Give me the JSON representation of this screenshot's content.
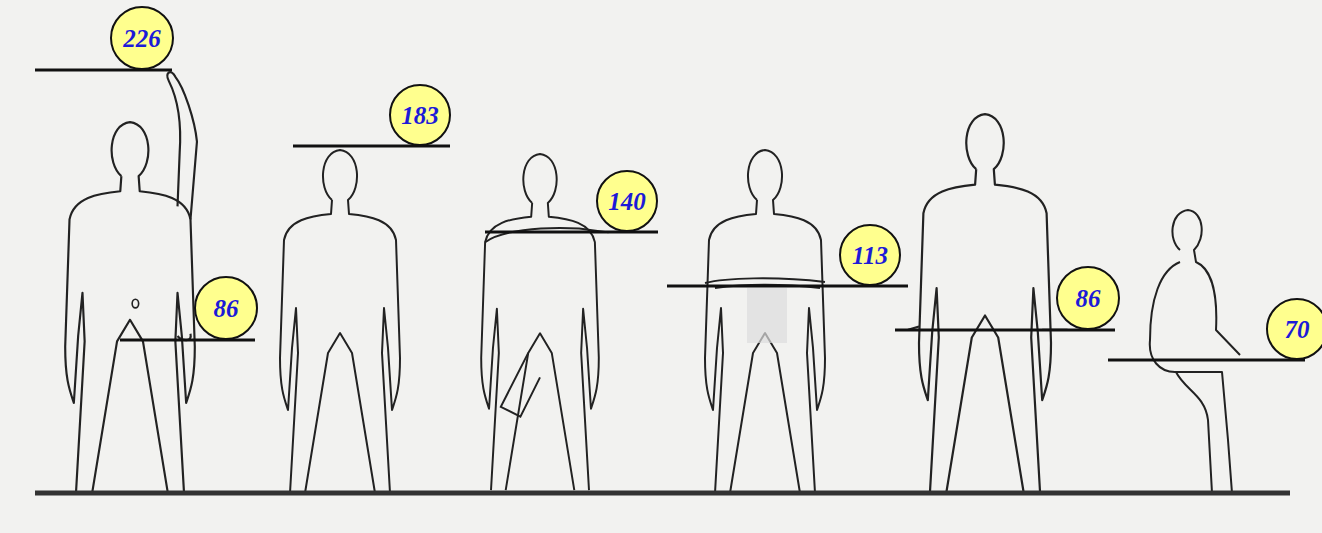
{
  "diagram": {
    "nodes": [
      {
        "text": [
          "226"
        ]
      },
      {
        "text": [
          "86"
        ]
      },
      {
        "text": [
          "183"
        ]
      },
      {
        "text": [
          "140"
        ]
      },
      {
        "text": [
          "113"
        ]
      },
      {
        "text": [
          "86"
        ]
      },
      {
        "text": [
          "70"
        ]
      }
    ]
  }
}
